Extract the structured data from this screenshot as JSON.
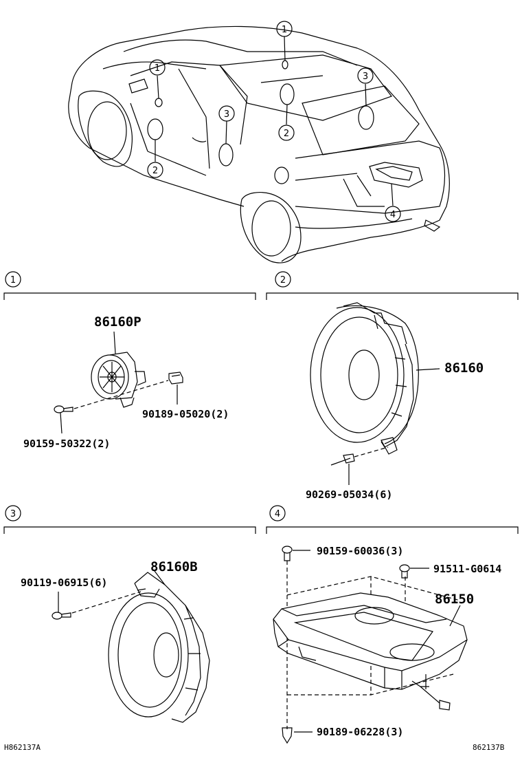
{
  "callouts": {
    "c1": "1",
    "c2": "2",
    "c3": "3",
    "c4": "4"
  },
  "sections": [
    {
      "id": "1",
      "parts": {
        "main": "86160P",
        "screw": "90159-50322(2)",
        "clip": "90189-05020(2)"
      }
    },
    {
      "id": "2",
      "parts": {
        "main": "86160",
        "rivet": "90269-05034(6)"
      }
    },
    {
      "id": "3",
      "parts": {
        "main": "86160B",
        "screw": "90119-06915(6)"
      }
    },
    {
      "id": "4",
      "parts": {
        "main": "86150",
        "bolt_top": "90159-60036(3)",
        "bolt_right": "91511-G0614",
        "clip_bottom": "90189-06228(3)"
      }
    }
  ],
  "footer": {
    "left_code": "H862137A",
    "right_code": "862137B"
  }
}
